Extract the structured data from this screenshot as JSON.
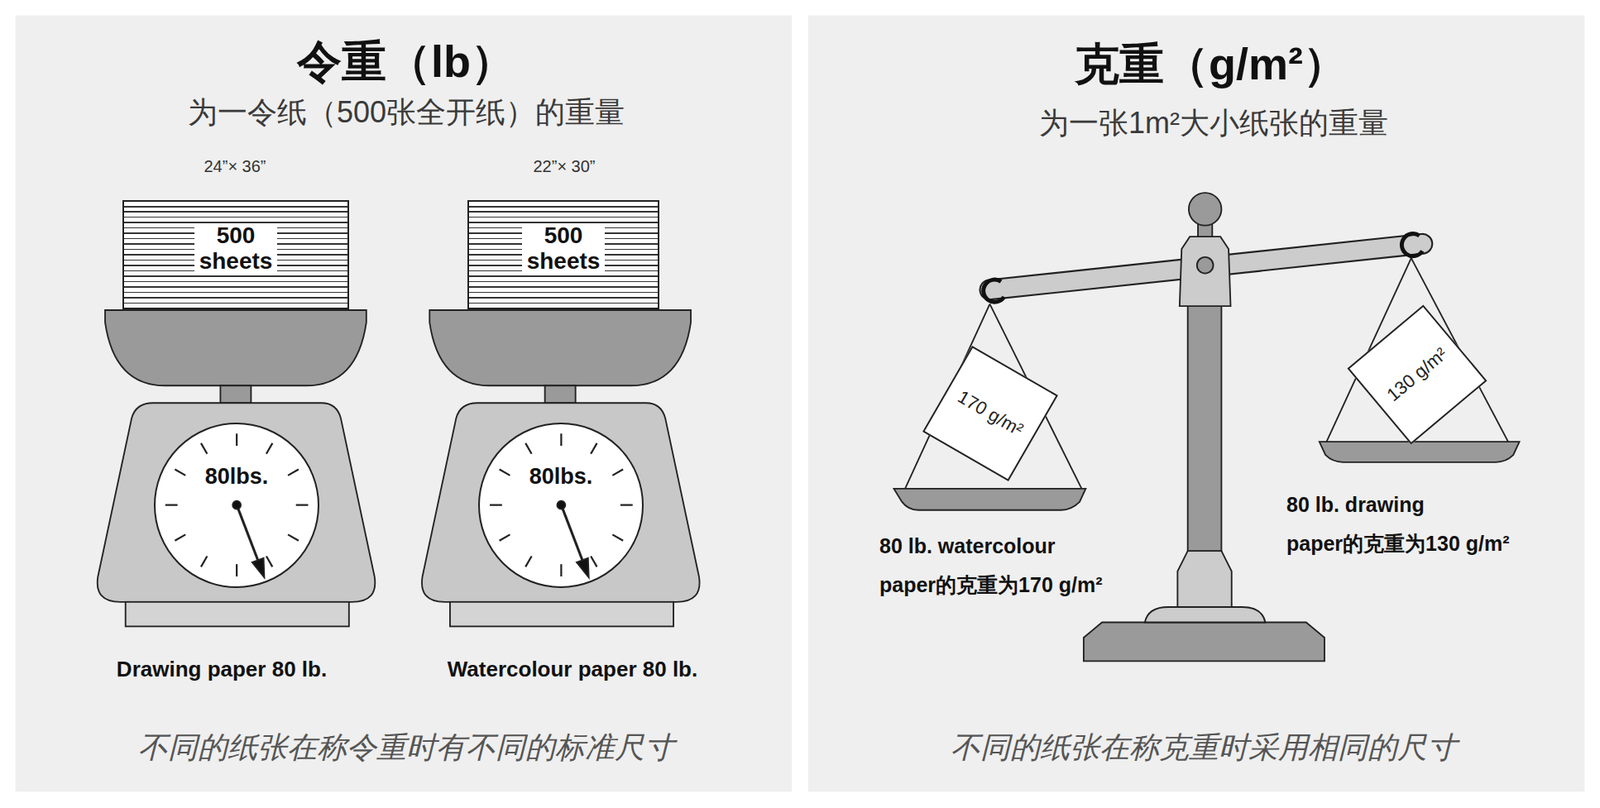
{
  "diagram": {
    "nodes": [
      {
        "text": [
          "令重（lb）",
          "为一令纸（500张全开纸）的重量",
          "不同的纸张在称令重时有不同的标准尺寸"
        ]
      },
      {
        "text": [
          "500 sheets"
        ],
        "in": 0
      },
      {
        "text": [
          "80lbs."
        ],
        "in": 0
      },
      {
        "text": [
          "500 sheets"
        ],
        "in": 0
      },
      {
        "text": [
          "80lbs."
        ],
        "in": 0
      },
      {
        "text": [
          "克重（g/m²）",
          "为一张1m²大小纸张的重量",
          "不同的纸张在称克重时采用相同的尺寸"
        ]
      },
      {
        "text": [
          "170 g/m²"
        ],
        "in": 5
      },
      {
        "text": [
          "130 g/m²"
        ],
        "in": 5
      }
    ],
    "labels": [
      "24”× 36”",
      "22”× 30”",
      "Drawing paper 80 lb.",
      "Watercolour paper 80 lb.",
      "80 lb. watercolour paper的克重为170 g/m²",
      "80 lb. drawing paper的克重为130 g/m²"
    ]
  }
}
